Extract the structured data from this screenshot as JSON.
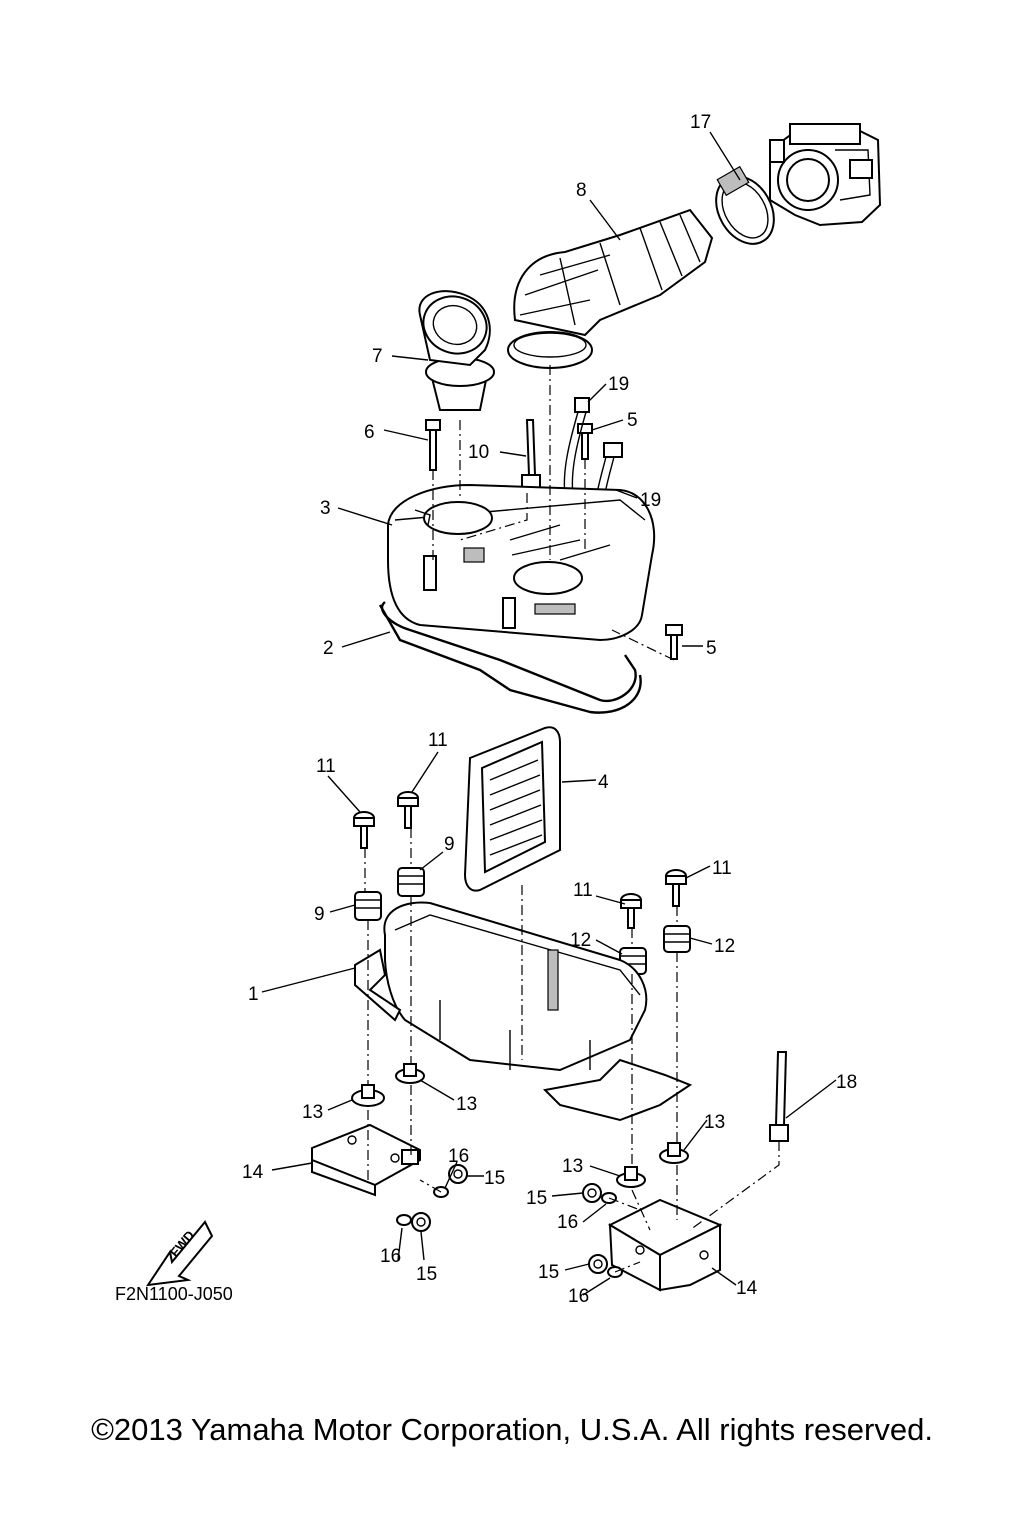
{
  "diagram": {
    "drawing_code": "F2N1100-J050",
    "fwd_label": "FWD",
    "callouts": [
      {
        "id": "c17",
        "label": "17"
      },
      {
        "id": "c8",
        "label": "8"
      },
      {
        "id": "c7",
        "label": "7"
      },
      {
        "id": "c19a",
        "label": "19"
      },
      {
        "id": "c5a",
        "label": "5"
      },
      {
        "id": "c6",
        "label": "6"
      },
      {
        "id": "c10",
        "label": "10"
      },
      {
        "id": "c19b",
        "label": "19"
      },
      {
        "id": "c3",
        "label": "3"
      },
      {
        "id": "c2",
        "label": "2"
      },
      {
        "id": "c5b",
        "label": "5"
      },
      {
        "id": "c11a",
        "label": "11"
      },
      {
        "id": "c11b",
        "label": "11"
      },
      {
        "id": "c4",
        "label": "4"
      },
      {
        "id": "c9a",
        "label": "9"
      },
      {
        "id": "c9b",
        "label": "9"
      },
      {
        "id": "c11c",
        "label": "11"
      },
      {
        "id": "c11d",
        "label": "11"
      },
      {
        "id": "c12a",
        "label": "12"
      },
      {
        "id": "c12b",
        "label": "12"
      },
      {
        "id": "c1",
        "label": "1"
      },
      {
        "id": "c13a",
        "label": "13"
      },
      {
        "id": "c13b",
        "label": "13"
      },
      {
        "id": "c18",
        "label": "18"
      },
      {
        "id": "c13c",
        "label": "13"
      },
      {
        "id": "c13d",
        "label": "13"
      },
      {
        "id": "c14a",
        "label": "14"
      },
      {
        "id": "c16a",
        "label": "16"
      },
      {
        "id": "c15a",
        "label": "15"
      },
      {
        "id": "c15b",
        "label": "15"
      },
      {
        "id": "c16b",
        "label": "16"
      },
      {
        "id": "c16c",
        "label": "16"
      },
      {
        "id": "c15c",
        "label": "15"
      },
      {
        "id": "c15d",
        "label": "15"
      },
      {
        "id": "c16d",
        "label": "16"
      },
      {
        "id": "c14b",
        "label": "14"
      }
    ]
  },
  "footer": {
    "copyright": "©2013 Yamaha Motor Corporation, U.S.A. All rights reserved."
  }
}
